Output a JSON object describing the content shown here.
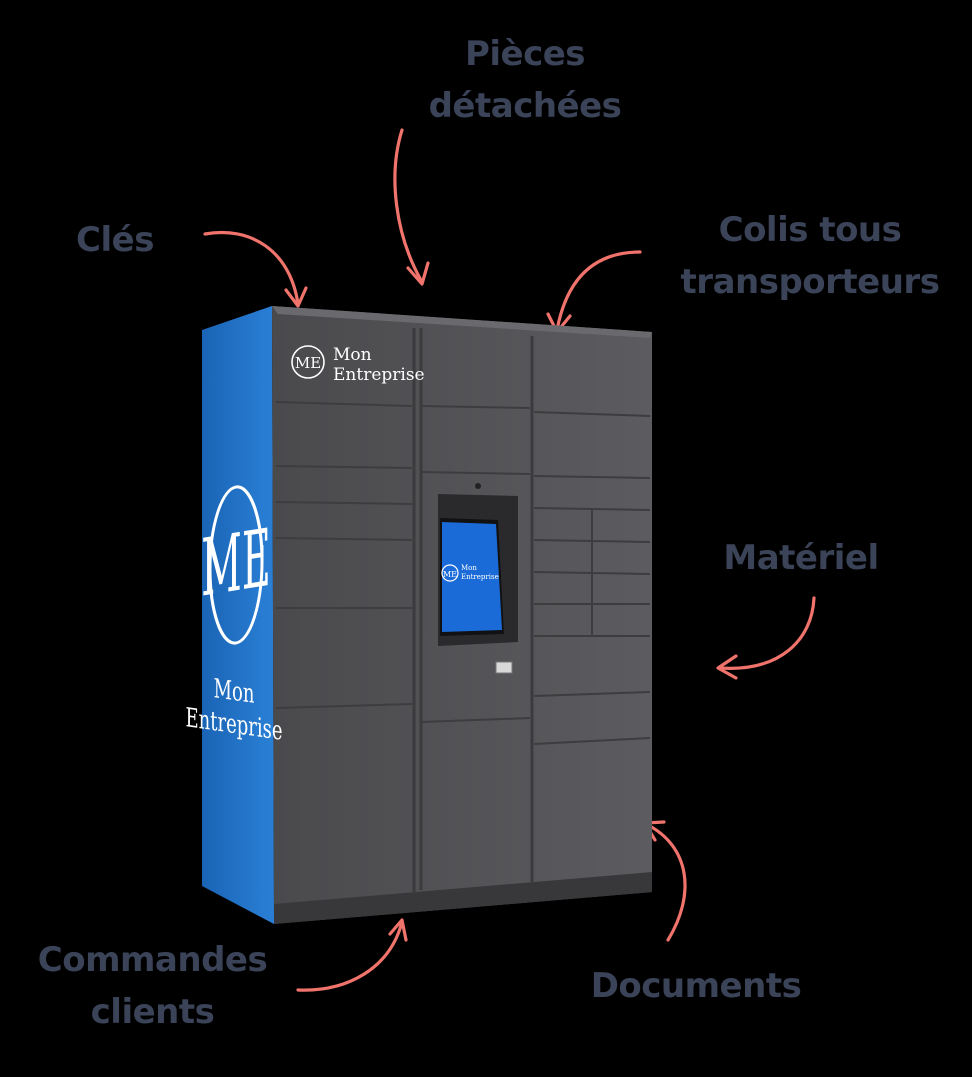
{
  "labels": {
    "pieces": [
      "Pièces",
      "détachées"
    ],
    "cles": "Clés",
    "colis": [
      "Colis tous",
      "transporteurs"
    ],
    "materiel": "Matériel",
    "commandes": [
      "Commandes",
      "clients"
    ],
    "documents": "Documents"
  },
  "brand": {
    "monogram": "ME",
    "line1": "Mon",
    "line2": "Entreprise"
  },
  "colors": {
    "background": "#000000",
    "label": "#3a4358",
    "arrow": "#f0736c",
    "locker_body": "#57575a",
    "side_panel": "#1d6fc4",
    "screen": "#1a6bd8"
  }
}
